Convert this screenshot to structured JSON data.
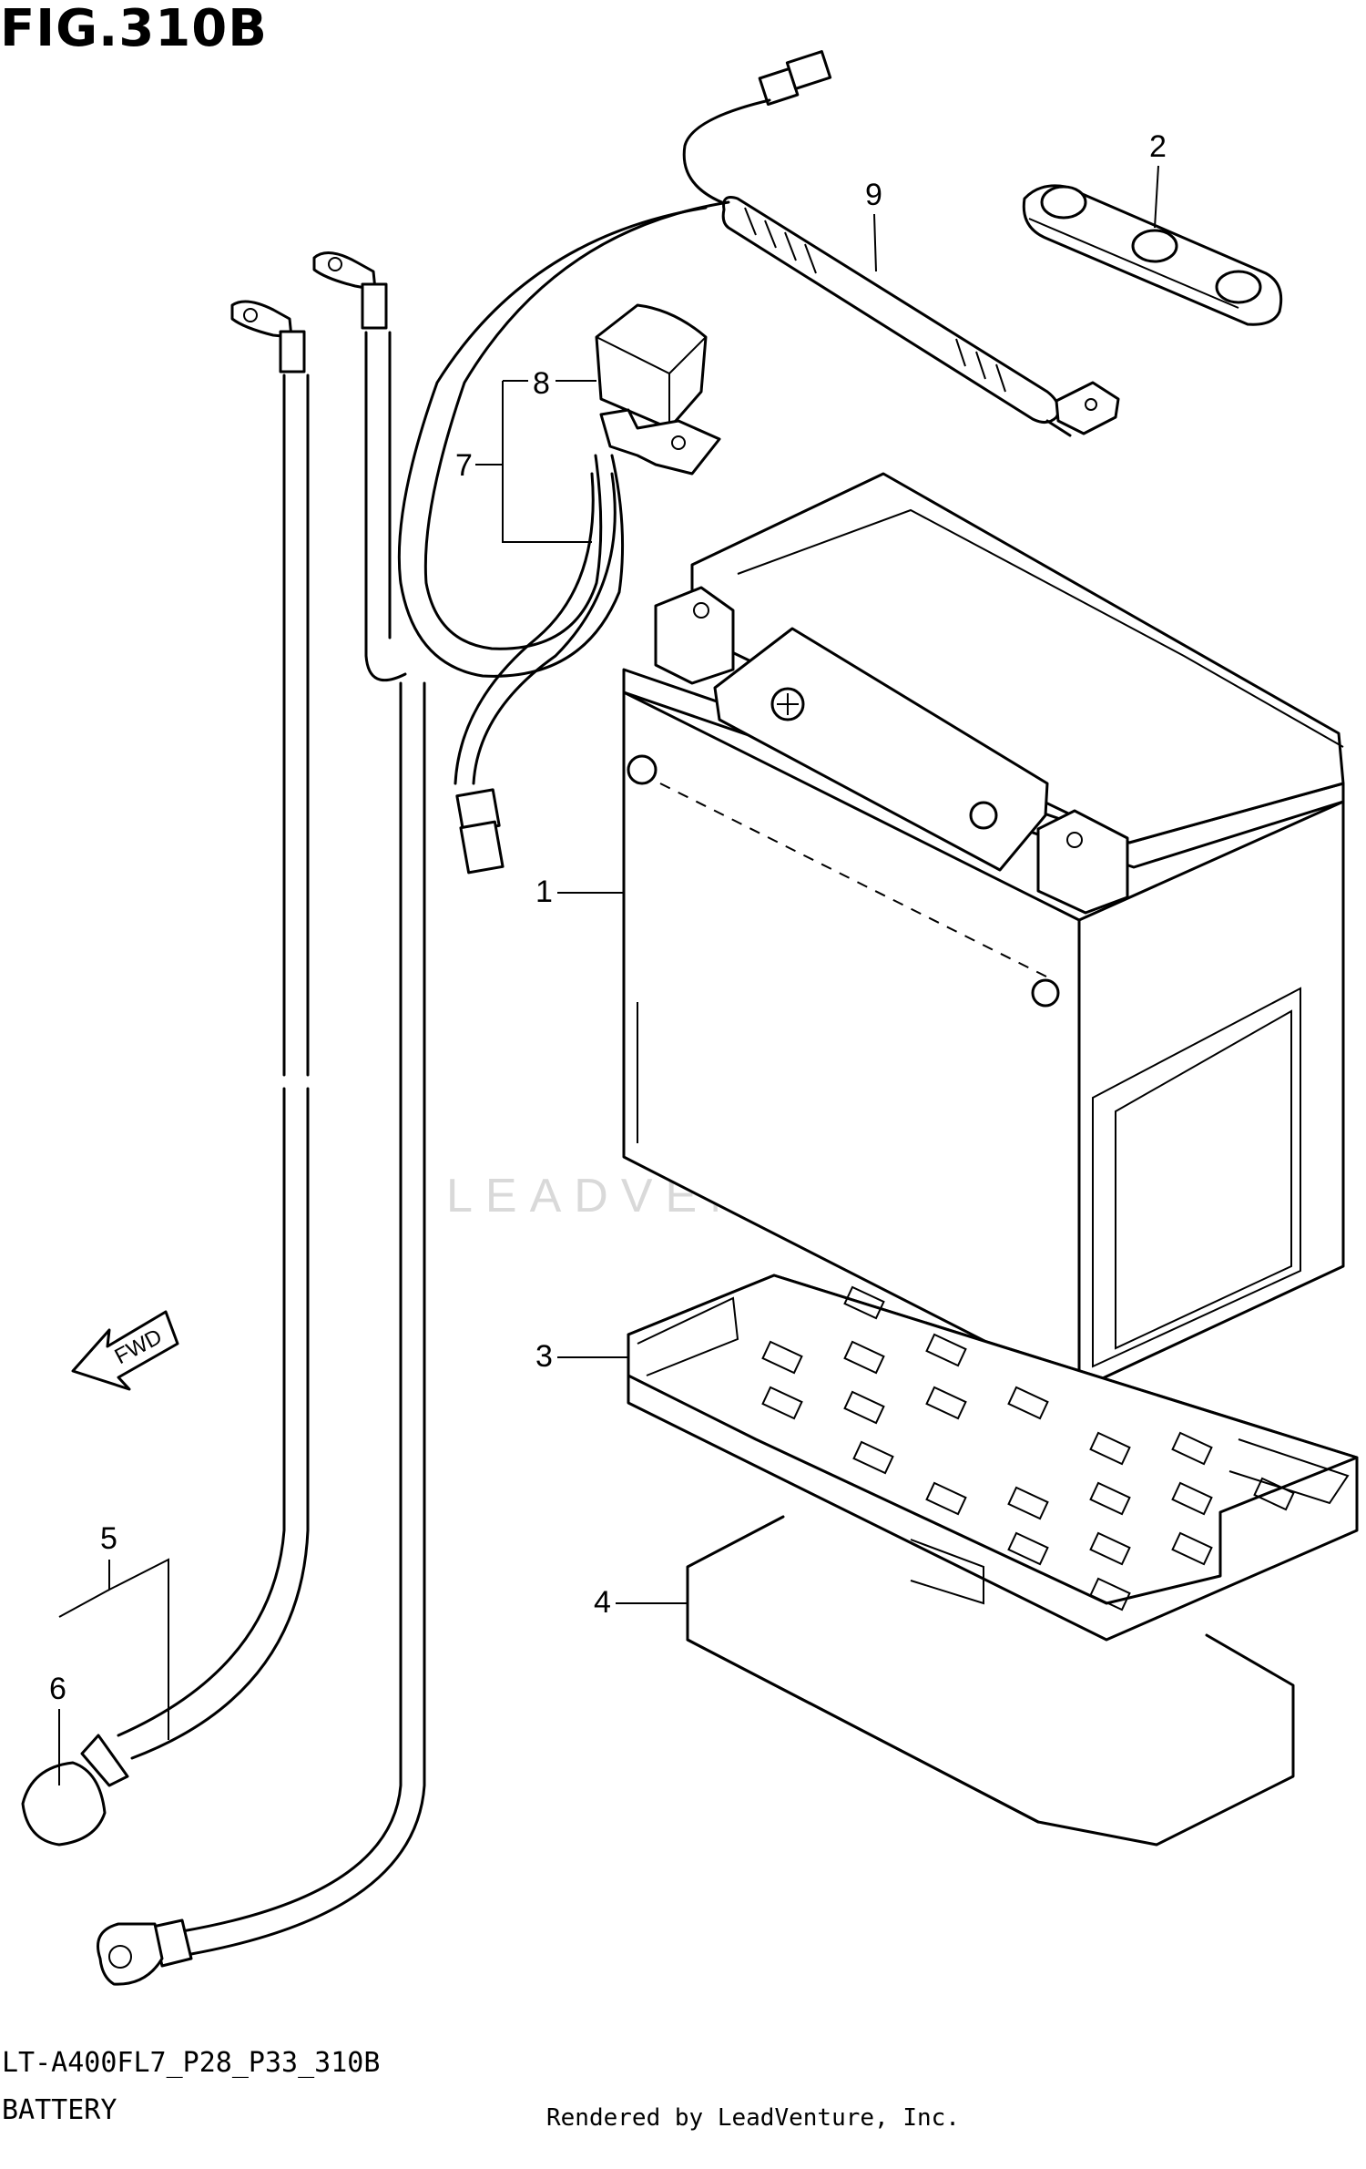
{
  "figure": {
    "title": "FIG.310B",
    "model_code": "LT-A400FL7_P28_P33_310B",
    "section_name": "BATTERY",
    "render_credit": "Rendered by LeadVenture, Inc.",
    "watermark": "LEADVENTURE"
  },
  "direction_marker": {
    "label": "FWD"
  },
  "callouts": [
    {
      "number": "1",
      "part": "battery"
    },
    {
      "number": "2",
      "part": "battery-terminal-cover-strip"
    },
    {
      "number": "3",
      "part": "battery-tray"
    },
    {
      "number": "4",
      "part": "battery-pad"
    },
    {
      "number": "5",
      "part": "negative-cable"
    },
    {
      "number": "6",
      "part": "terminal-cap"
    },
    {
      "number": "7",
      "part": "relay-harness"
    },
    {
      "number": "8",
      "part": "relay"
    },
    {
      "number": "9",
      "part": "positive-lead"
    }
  ],
  "colors": {
    "line": "#000000",
    "watermark": "#d9d9d9",
    "background": "#ffffff"
  }
}
